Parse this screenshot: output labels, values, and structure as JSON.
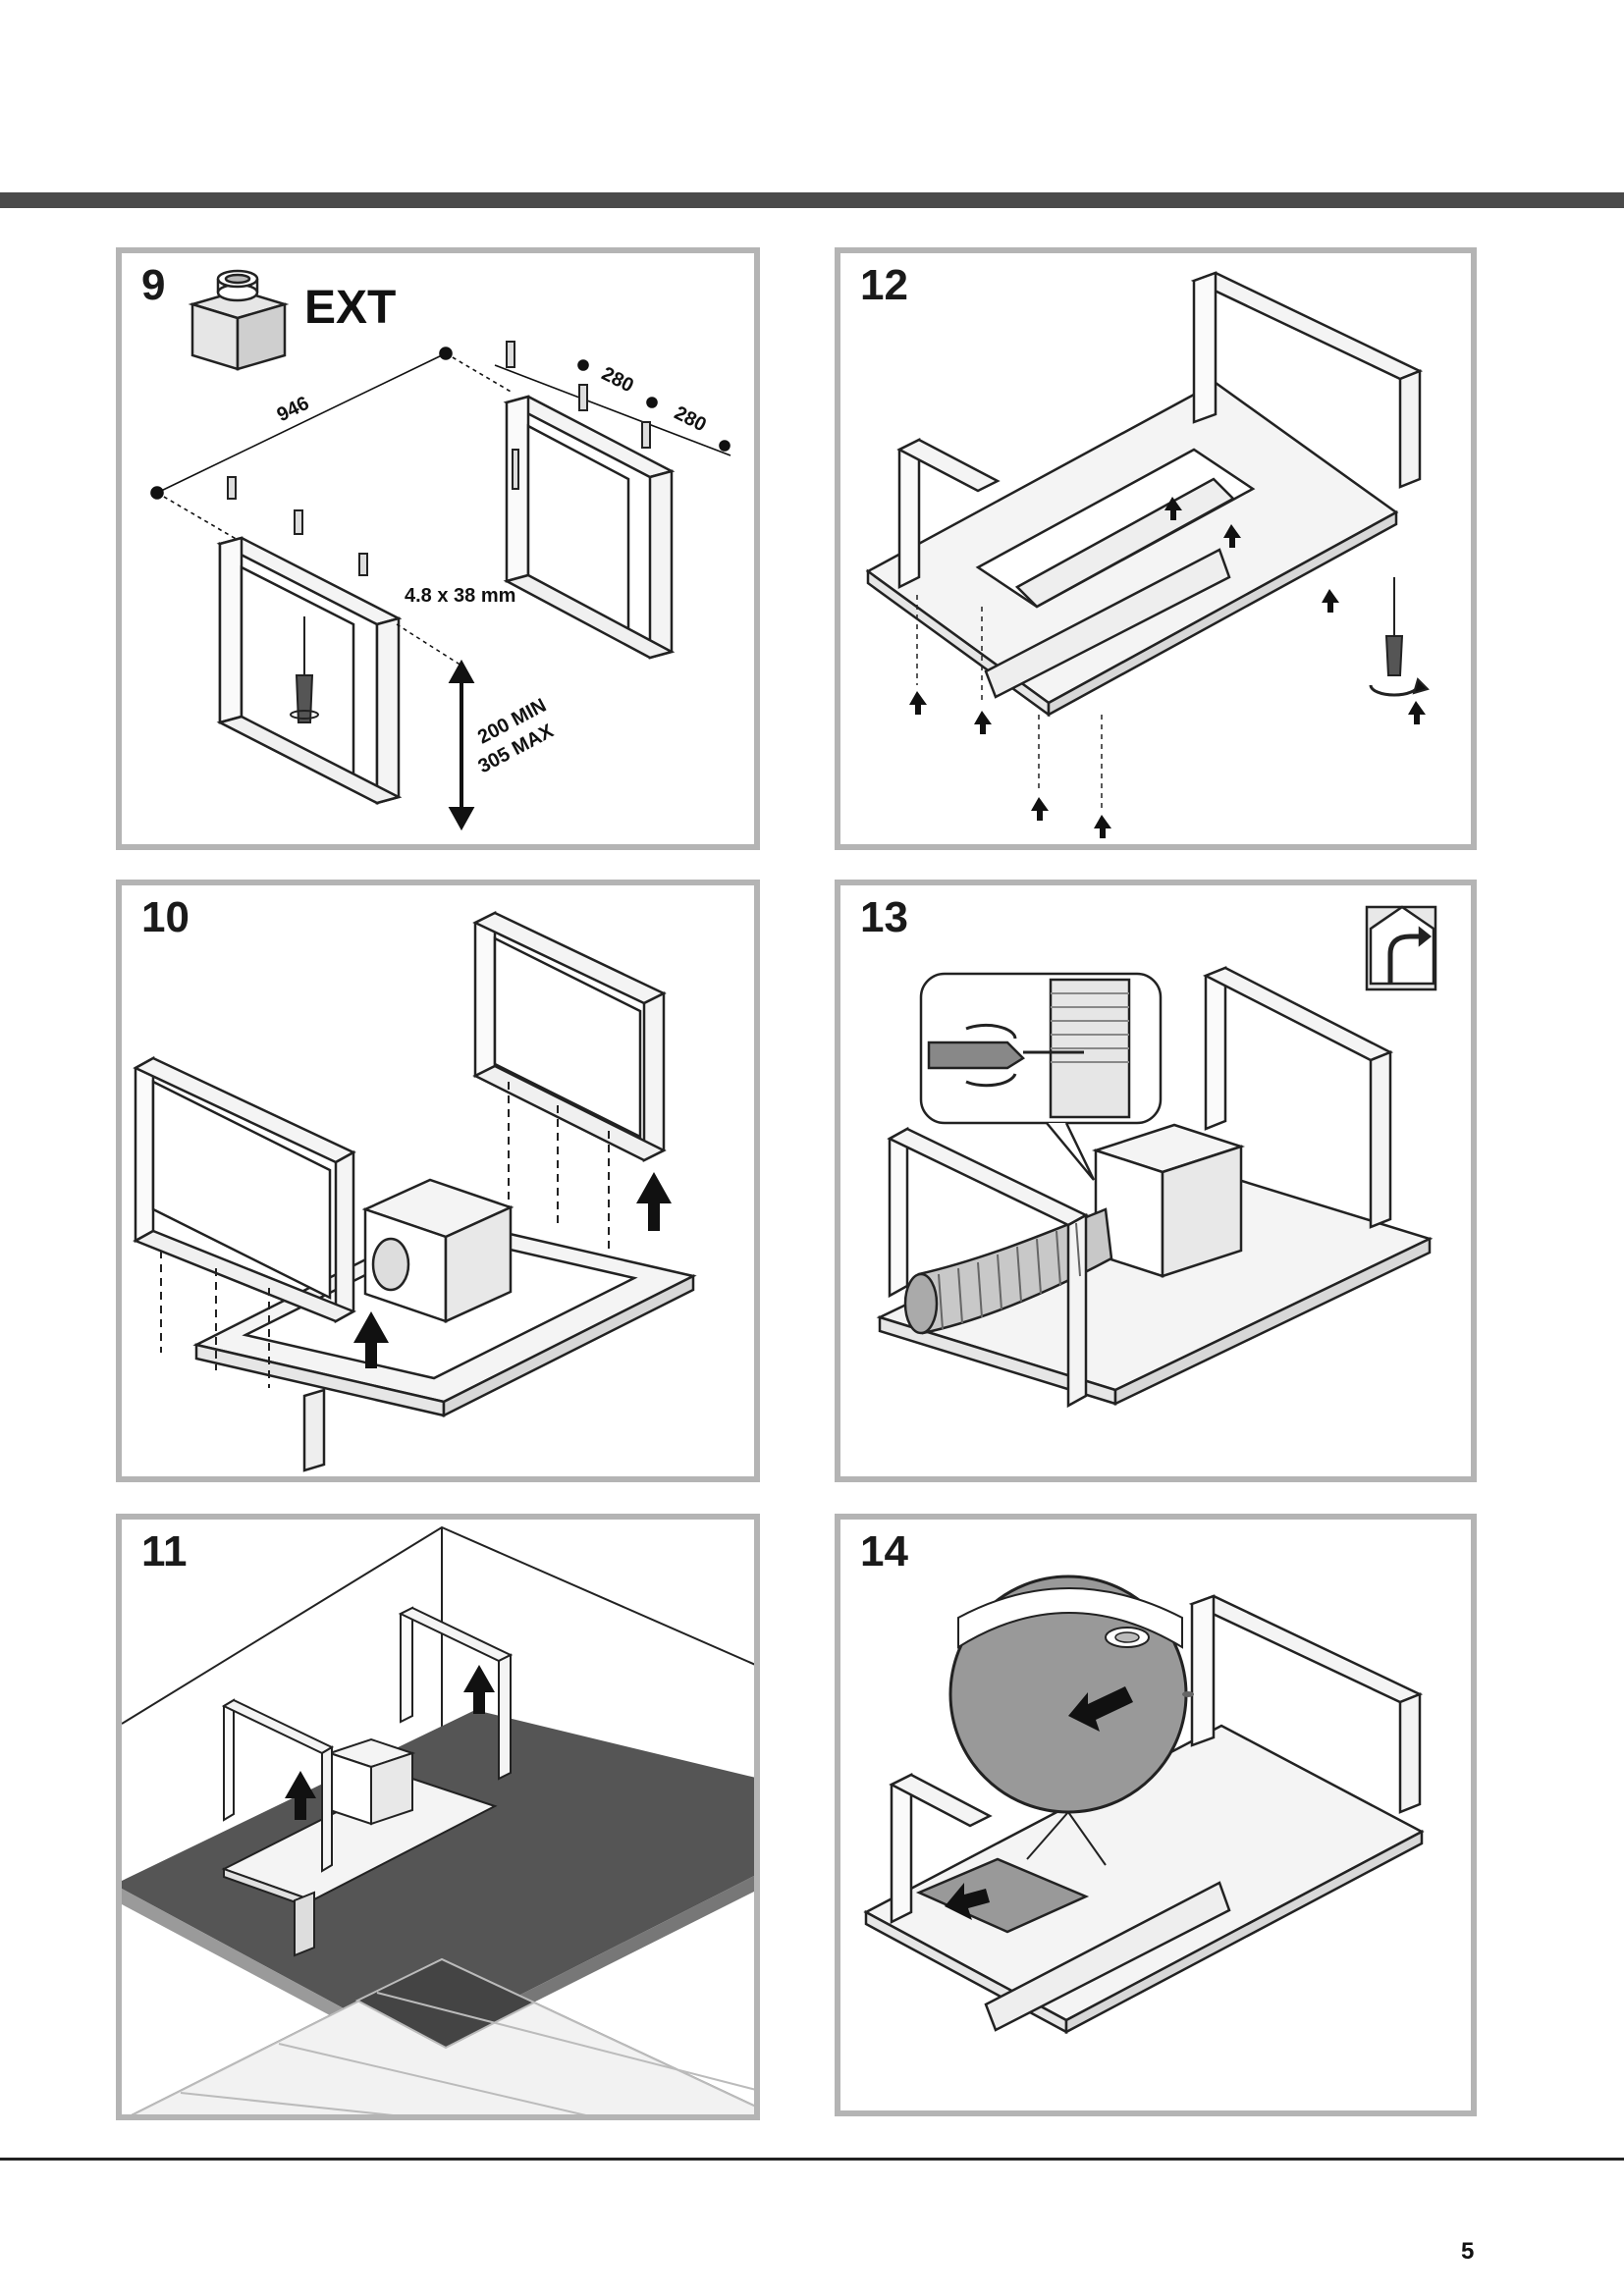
{
  "header": {
    "bar_color": "#4a4a4a"
  },
  "panels": [
    {
      "step": "9",
      "label": "EXT",
      "dims": {
        "width": "946",
        "spacing_a": "280",
        "spacing_b": "280",
        "screw": "4.8 x 38 mm",
        "height_min": "200 MIN",
        "height_max": "305 MAX"
      }
    },
    {
      "step": "10"
    },
    {
      "step": "11"
    },
    {
      "step": "12"
    },
    {
      "step": "13"
    },
    {
      "step": "14"
    }
  ],
  "icons": {
    "step9": "duct-adapter-icon",
    "step13": "house-vent-icon"
  },
  "frame_color": "#b4b4b4",
  "footer": {
    "page_number": "5"
  }
}
